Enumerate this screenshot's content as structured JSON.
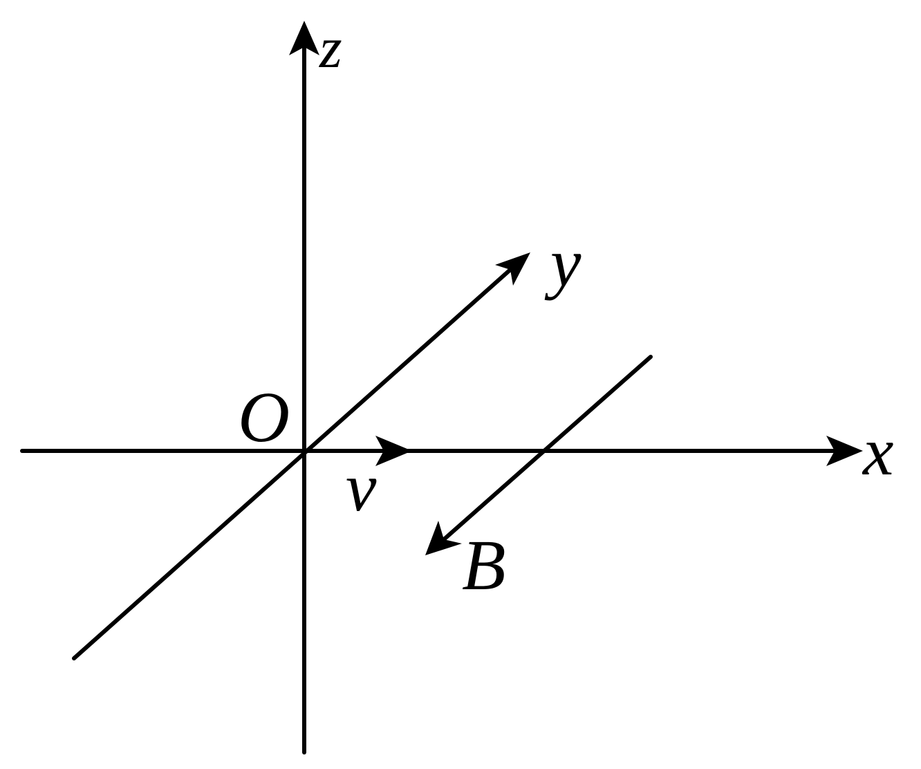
{
  "diagram": {
    "labels": {
      "z_axis": "z",
      "y_axis": "y",
      "x_axis": "x",
      "origin": "O",
      "velocity": "v",
      "field": "B"
    },
    "colors": {
      "stroke": "#000000",
      "background": "#ffffff"
    }
  }
}
